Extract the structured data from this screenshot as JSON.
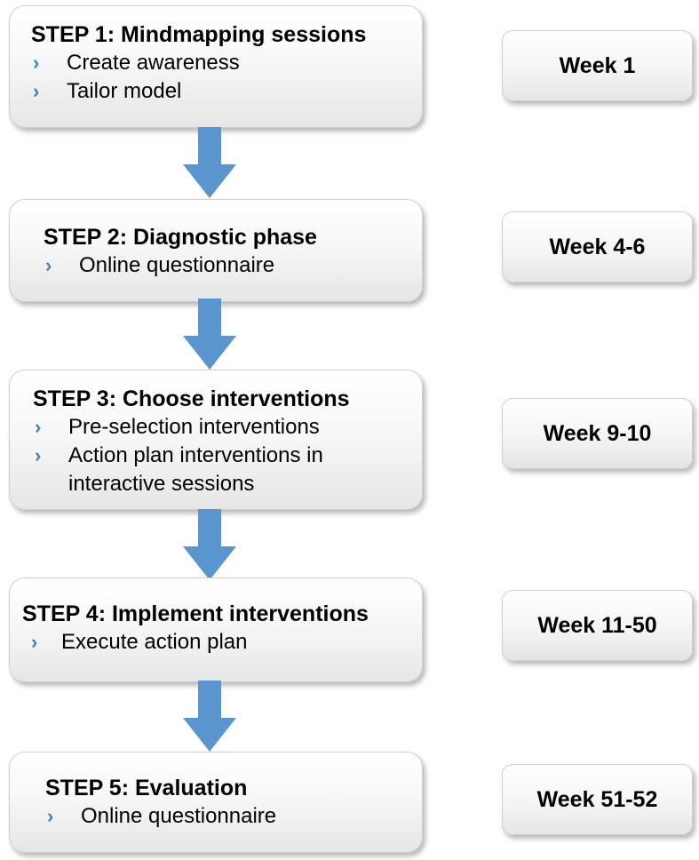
{
  "steps": [
    {
      "title": "STEP 1: Mindmapping sessions",
      "bullets": [
        "Create awareness",
        "Tailor model"
      ],
      "week": "Week 1"
    },
    {
      "title": "STEP 2: Diagnostic phase",
      "bullets": [
        "Online questionnaire"
      ],
      "week": "Week 4-6"
    },
    {
      "title": "STEP 3: Choose interventions",
      "bullets": [
        "Pre-selection interventions",
        "Action plan interventions in interactive sessions"
      ],
      "week": "Week 9-10"
    },
    {
      "title": "STEP 4: Implement interventions",
      "bullets": [
        "Execute action plan"
      ],
      "week": "Week 11-50"
    },
    {
      "title": "STEP 5: Evaluation",
      "bullets": [
        "Online questionnaire"
      ],
      "week": "Week 51-52"
    }
  ],
  "bullet_glyph": "›",
  "colors": {
    "arrow": "#5b95cf",
    "bullet": "#3f7fc2"
  }
}
